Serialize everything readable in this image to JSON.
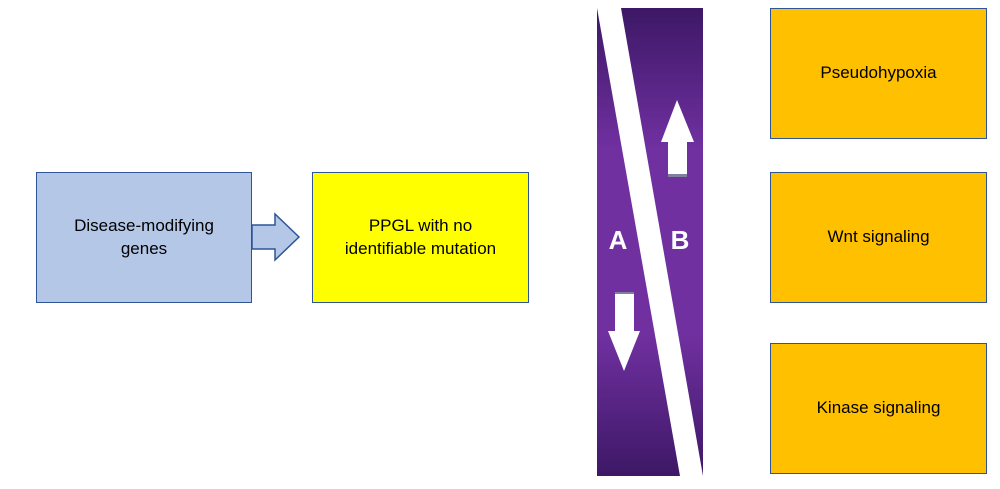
{
  "diagram": {
    "left_boxes": [
      {
        "label": "Disease-modifying\ngenes",
        "color": "#b4c7e7"
      },
      {
        "label": "PPGL with no\nidentifiable mutation",
        "color": "#ffff00"
      }
    ],
    "bar": {
      "color_dark": "#3d1866",
      "color_light": "#7030a0",
      "left_letter": "A",
      "right_letter": "B",
      "left_arrow": "down",
      "right_arrow": "up"
    },
    "pathway_boxes": [
      {
        "label": "Pseudohypoxia"
      },
      {
        "label": "Wnt signaling"
      },
      {
        "label": "Kinase signaling"
      }
    ],
    "pathway_color": "#ffc000",
    "border_color": "#2f5597"
  }
}
